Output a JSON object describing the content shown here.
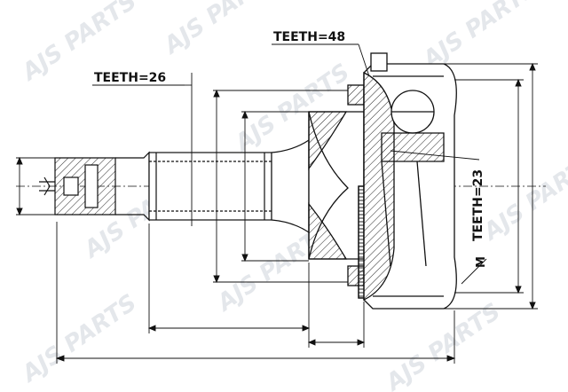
{
  "labels": {
    "teeth_outer_spline": "TEETH=48",
    "teeth_shaft_spline": "TEETH=26",
    "teeth_abs_ring": "TEETH=23",
    "thread_mark": "M"
  },
  "watermark": {
    "text": "AJS PARTS"
  },
  "colors": {
    "line": "#111111",
    "hatch": "#222222",
    "watermark": "#cfd5dc"
  }
}
